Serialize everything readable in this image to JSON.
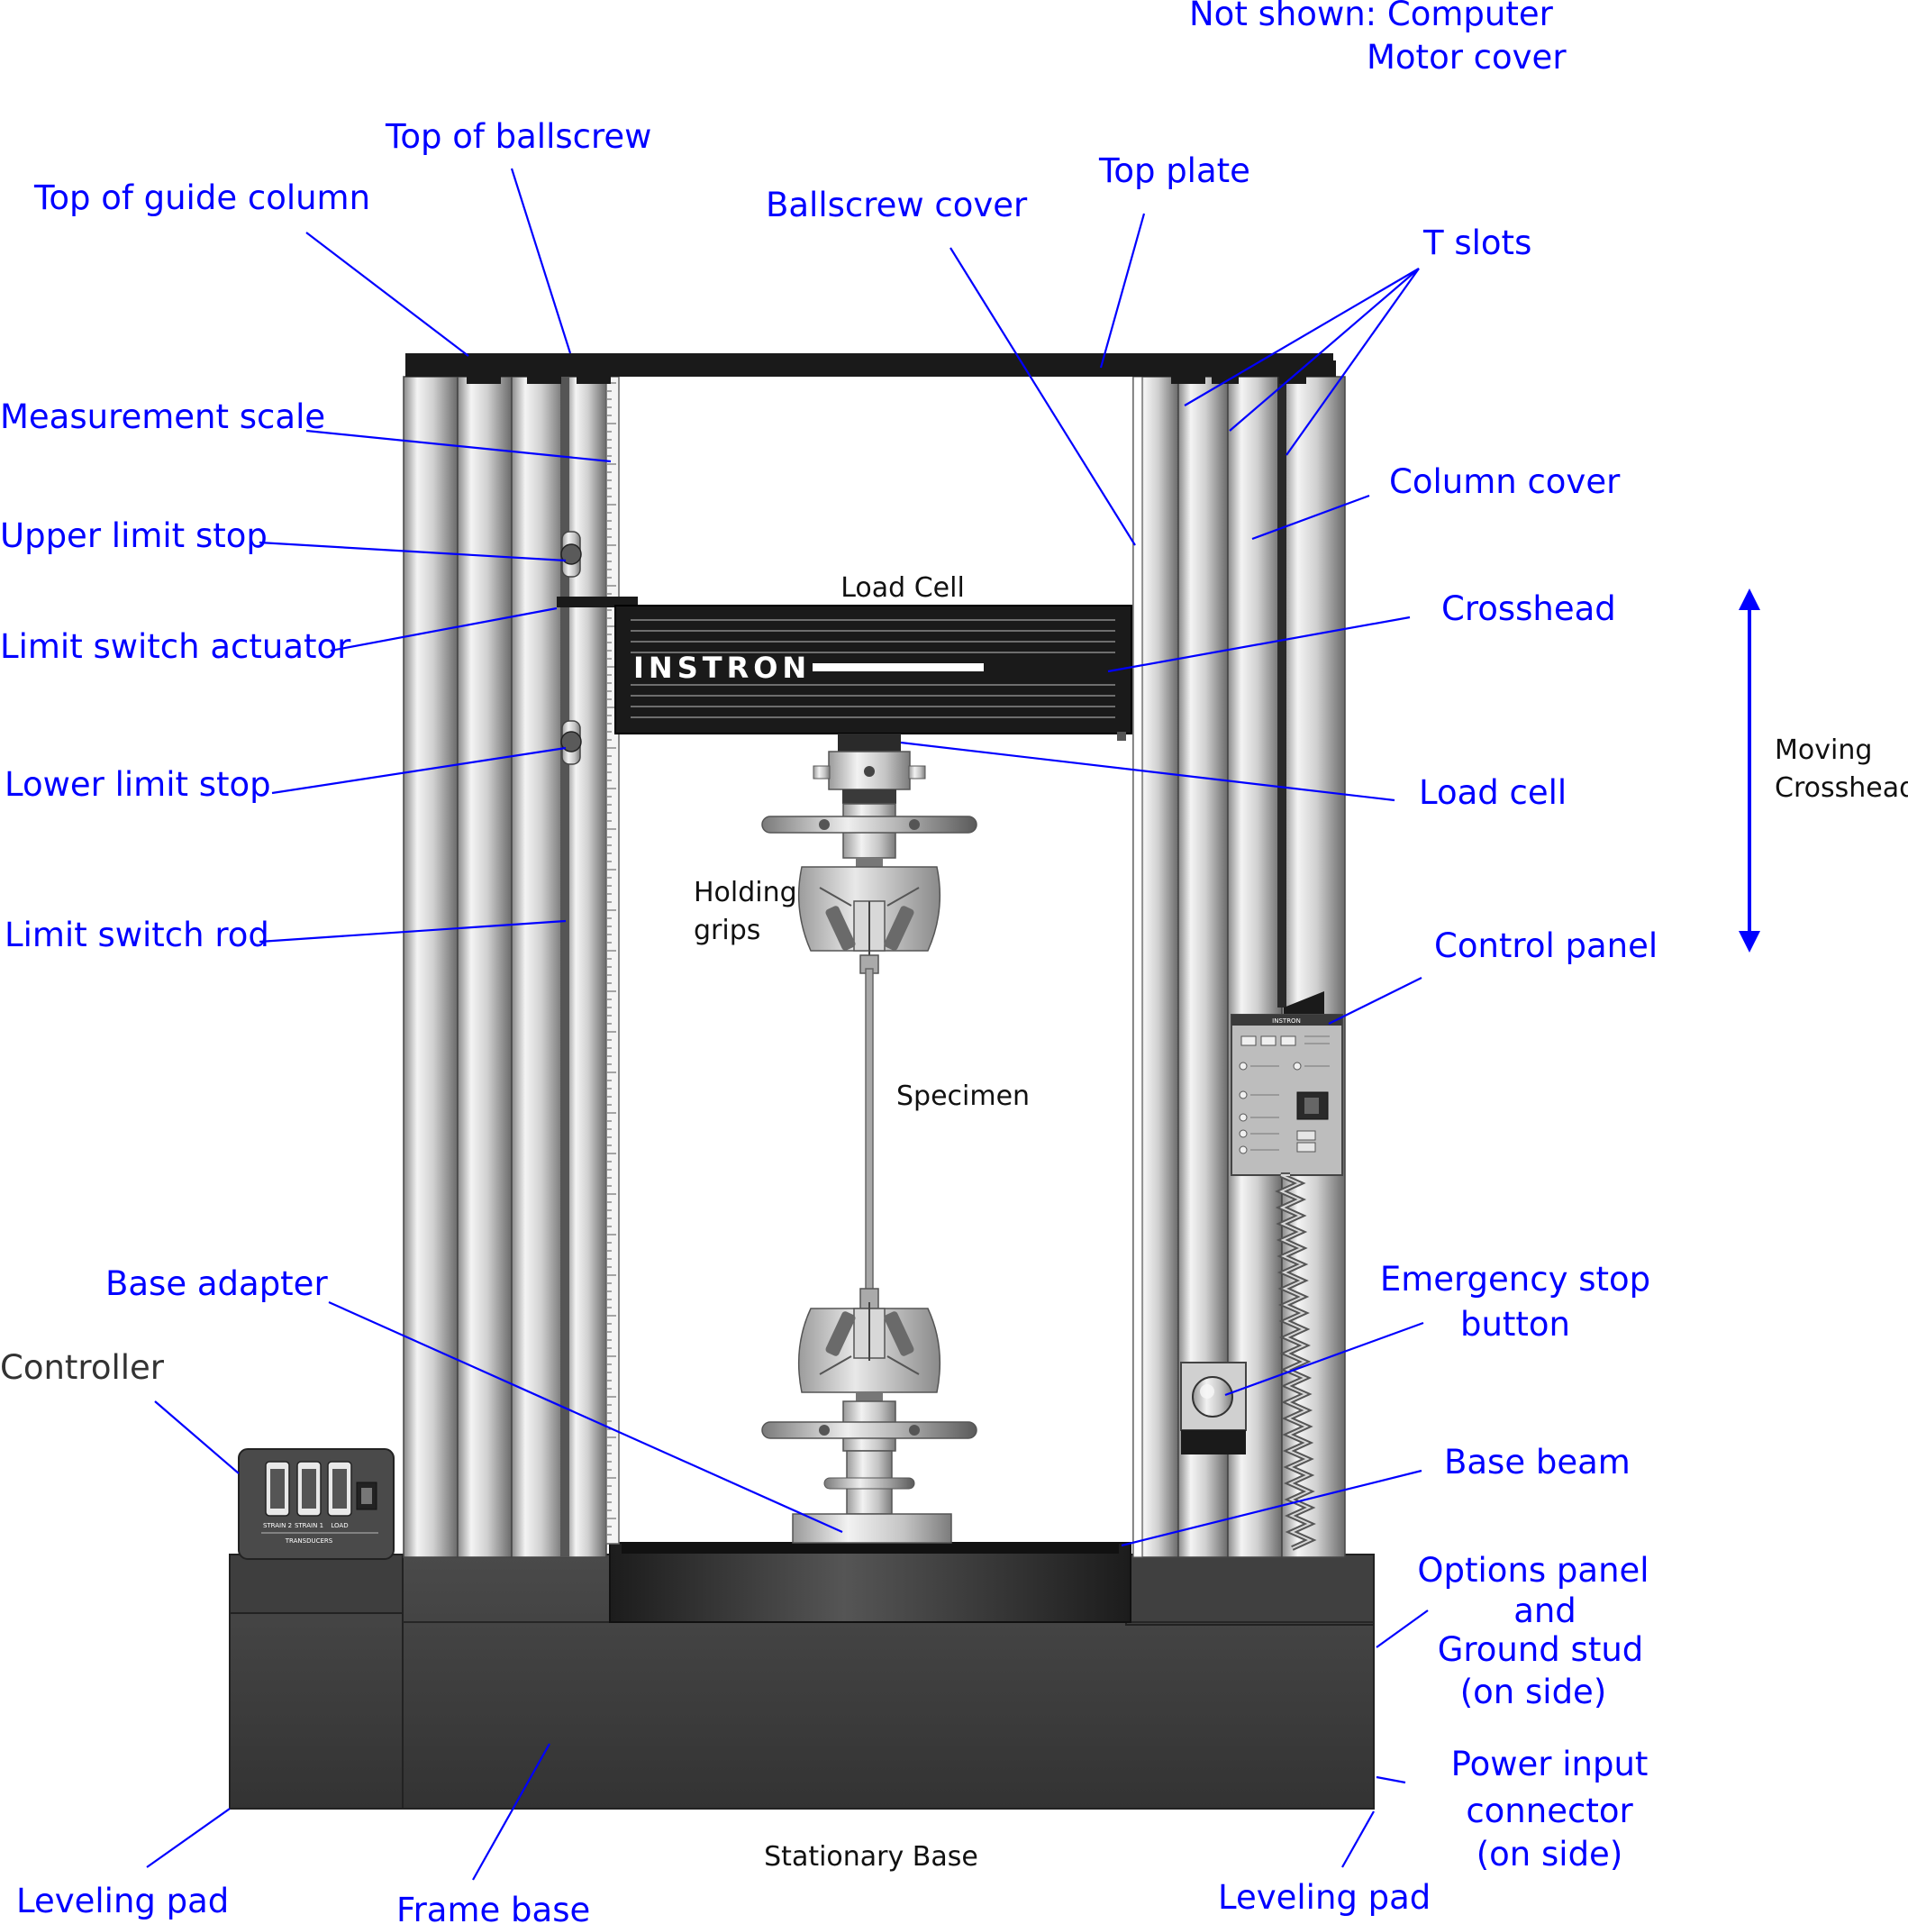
{
  "labels": {
    "not_shown_line1": "Not shown: Computer",
    "not_shown_line2": "Motor cover",
    "top_of_ballscrew": "Top of ballscrew",
    "top_of_guide_column": "Top of guide column",
    "ballscrew_cover": "Ballscrew cover",
    "top_plate": "Top plate",
    "t_slots": "T slots",
    "measurement_scale": "Measurement scale",
    "column_cover": "Column cover",
    "upper_limit_stop": "Upper limit stop",
    "load_cell_top": "Load Cell",
    "limit_switch_actuator": "Limit switch actuator",
    "crosshead": "Crosshead",
    "moving_crosshead_line1": "Moving",
    "moving_crosshead_line2": "Crosshead",
    "lower_limit_stop": "Lower limit stop",
    "load_cell": "Load cell",
    "holding_grips_line1": "Holding",
    "holding_grips_line2": "grips",
    "limit_switch_rod": "Limit switch rod",
    "control_panel": "Control panel",
    "specimen": "Specimen",
    "base_adapter": "Base adapter",
    "emergency_stop_line1": "Emergency stop",
    "emergency_stop_line2": "button",
    "controller": "Controller",
    "base_beam": "Base beam",
    "options_panel_line1": "Options panel",
    "options_panel_line2": "and",
    "options_panel_line3": "Ground stud",
    "options_panel_line4": "(on side)",
    "power_input_line1": "Power input",
    "power_input_line2": "connector",
    "power_input_line3": "(on side)",
    "stationary_base": "Stationary Base",
    "leveling_pad_left": "Leveling pad",
    "frame_base": "Frame base",
    "leveling_pad_right": "Leveling pad"
  },
  "machine": {
    "brand": "INSTRON",
    "panel_brand": "INSTRON",
    "controller_ports": [
      "STRAIN 2",
      "STRAIN 1",
      "LOAD"
    ],
    "controller_caption": "TRANSDUCERS"
  },
  "colors": {
    "label_blue": "#0000ff",
    "frame_dark": "#3a3a3a",
    "crosshead_black": "#1a1a1a",
    "column_silver": "#c8c8c8"
  }
}
